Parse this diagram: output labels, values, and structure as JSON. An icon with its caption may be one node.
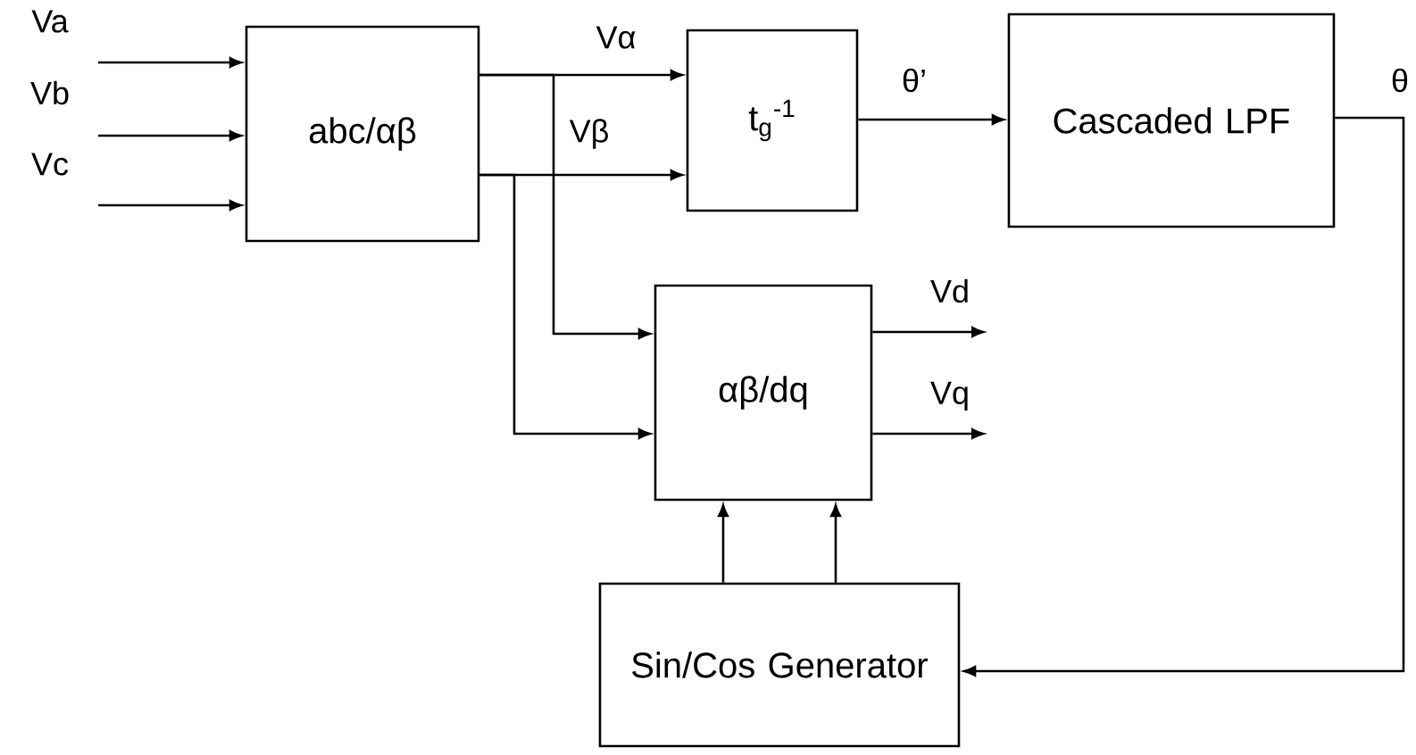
{
  "diagram": {
    "nodes": [
      {
        "text": [
          "abc/αβ"
        ]
      },
      {
        "text": [
          "t$_{g}$$^{-1}$"
        ]
      },
      {
        "text": [
          "Cascaded LPF"
        ]
      },
      {
        "text": [
          "αβ/dq"
        ]
      },
      {
        "text": [
          "Sin/Cos Generator"
        ]
      }
    ],
    "edges": [
      {
        "from": null,
        "to": 0,
        "arrow": "to",
        "label": "Va"
      },
      {
        "from": null,
        "to": 0,
        "arrow": "to",
        "label": "Vb"
      },
      {
        "from": null,
        "to": 0,
        "arrow": "to",
        "label": "Vc"
      },
      {
        "from": 0,
        "to": 1,
        "arrow": "to",
        "label": "Vα"
      },
      {
        "from": 0,
        "to": 1,
        "arrow": "to",
        "label": "Vβ"
      },
      {
        "from": 0,
        "to": 3,
        "arrow": "to"
      },
      {
        "from": 0,
        "to": 3,
        "arrow": "to"
      },
      {
        "from": 1,
        "to": 2,
        "arrow": "to",
        "label": "θ’"
      },
      {
        "from": 2,
        "to": 4,
        "arrow": "to",
        "label": "θ"
      },
      {
        "from": 4,
        "to": 3,
        "arrow": "to"
      },
      {
        "from": 4,
        "to": 3,
        "arrow": "to"
      },
      {
        "from": 3,
        "to": null,
        "arrow": "to",
        "label": "Vd"
      },
      {
        "from": 3,
        "to": null,
        "arrow": "to",
        "label": "Vq"
      }
    ]
  }
}
